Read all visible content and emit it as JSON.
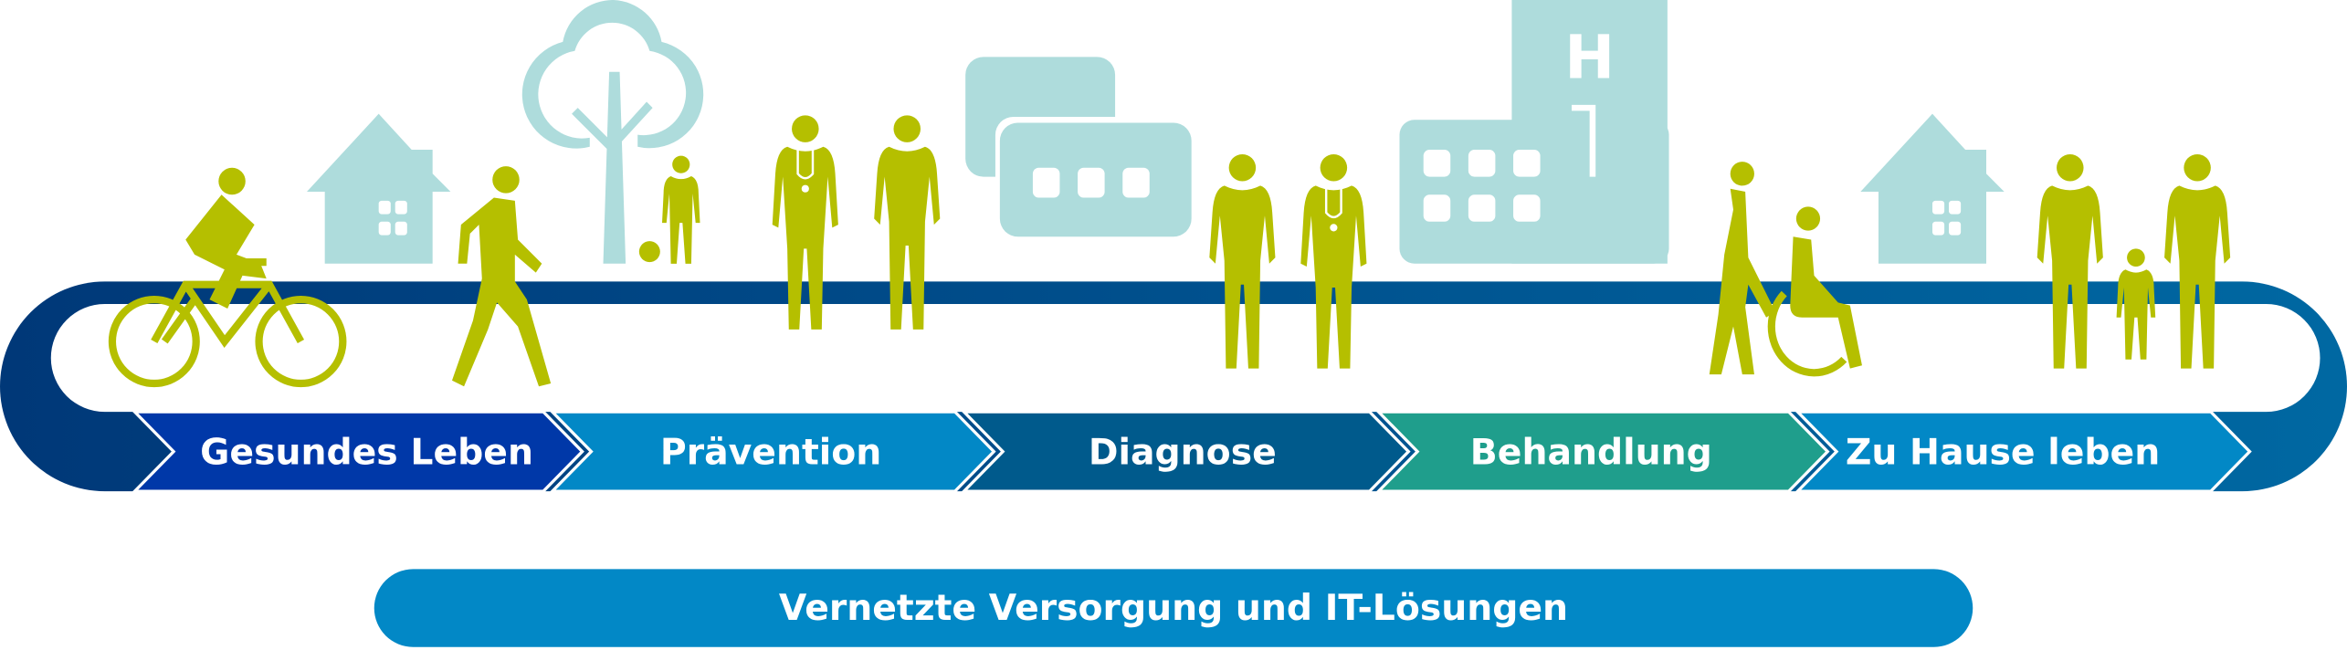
{
  "stages": [
    {
      "label": "Gesundes Leben",
      "color": "#0038a8"
    },
    {
      "label": "Prävention",
      "color": "#0288c6"
    },
    {
      "label": "Diagnose",
      "color": "#005a8c"
    },
    {
      "label": "Behandlung",
      "color": "#1f9e8c"
    },
    {
      "label": "Zu Hause leben",
      "color": "#0288c6"
    }
  ],
  "footer": {
    "label": "Vernetzte Versorgung und IT-Lösungen",
    "color": "#0288c6"
  },
  "hospital_sign": "H",
  "colors": {
    "track_start": "#003878",
    "track_end": "#0068a2",
    "figure": "#b5bf00",
    "building": "#aedcdc"
  },
  "icons": [
    "cyclist-icon",
    "walking-person-icon",
    "house-icon",
    "tree-icon",
    "child-icon",
    "ball-icon",
    "doctor-icon",
    "chat-bubbles-icon",
    "hospital-icon",
    "wheelchair-icon",
    "family-icon"
  ]
}
